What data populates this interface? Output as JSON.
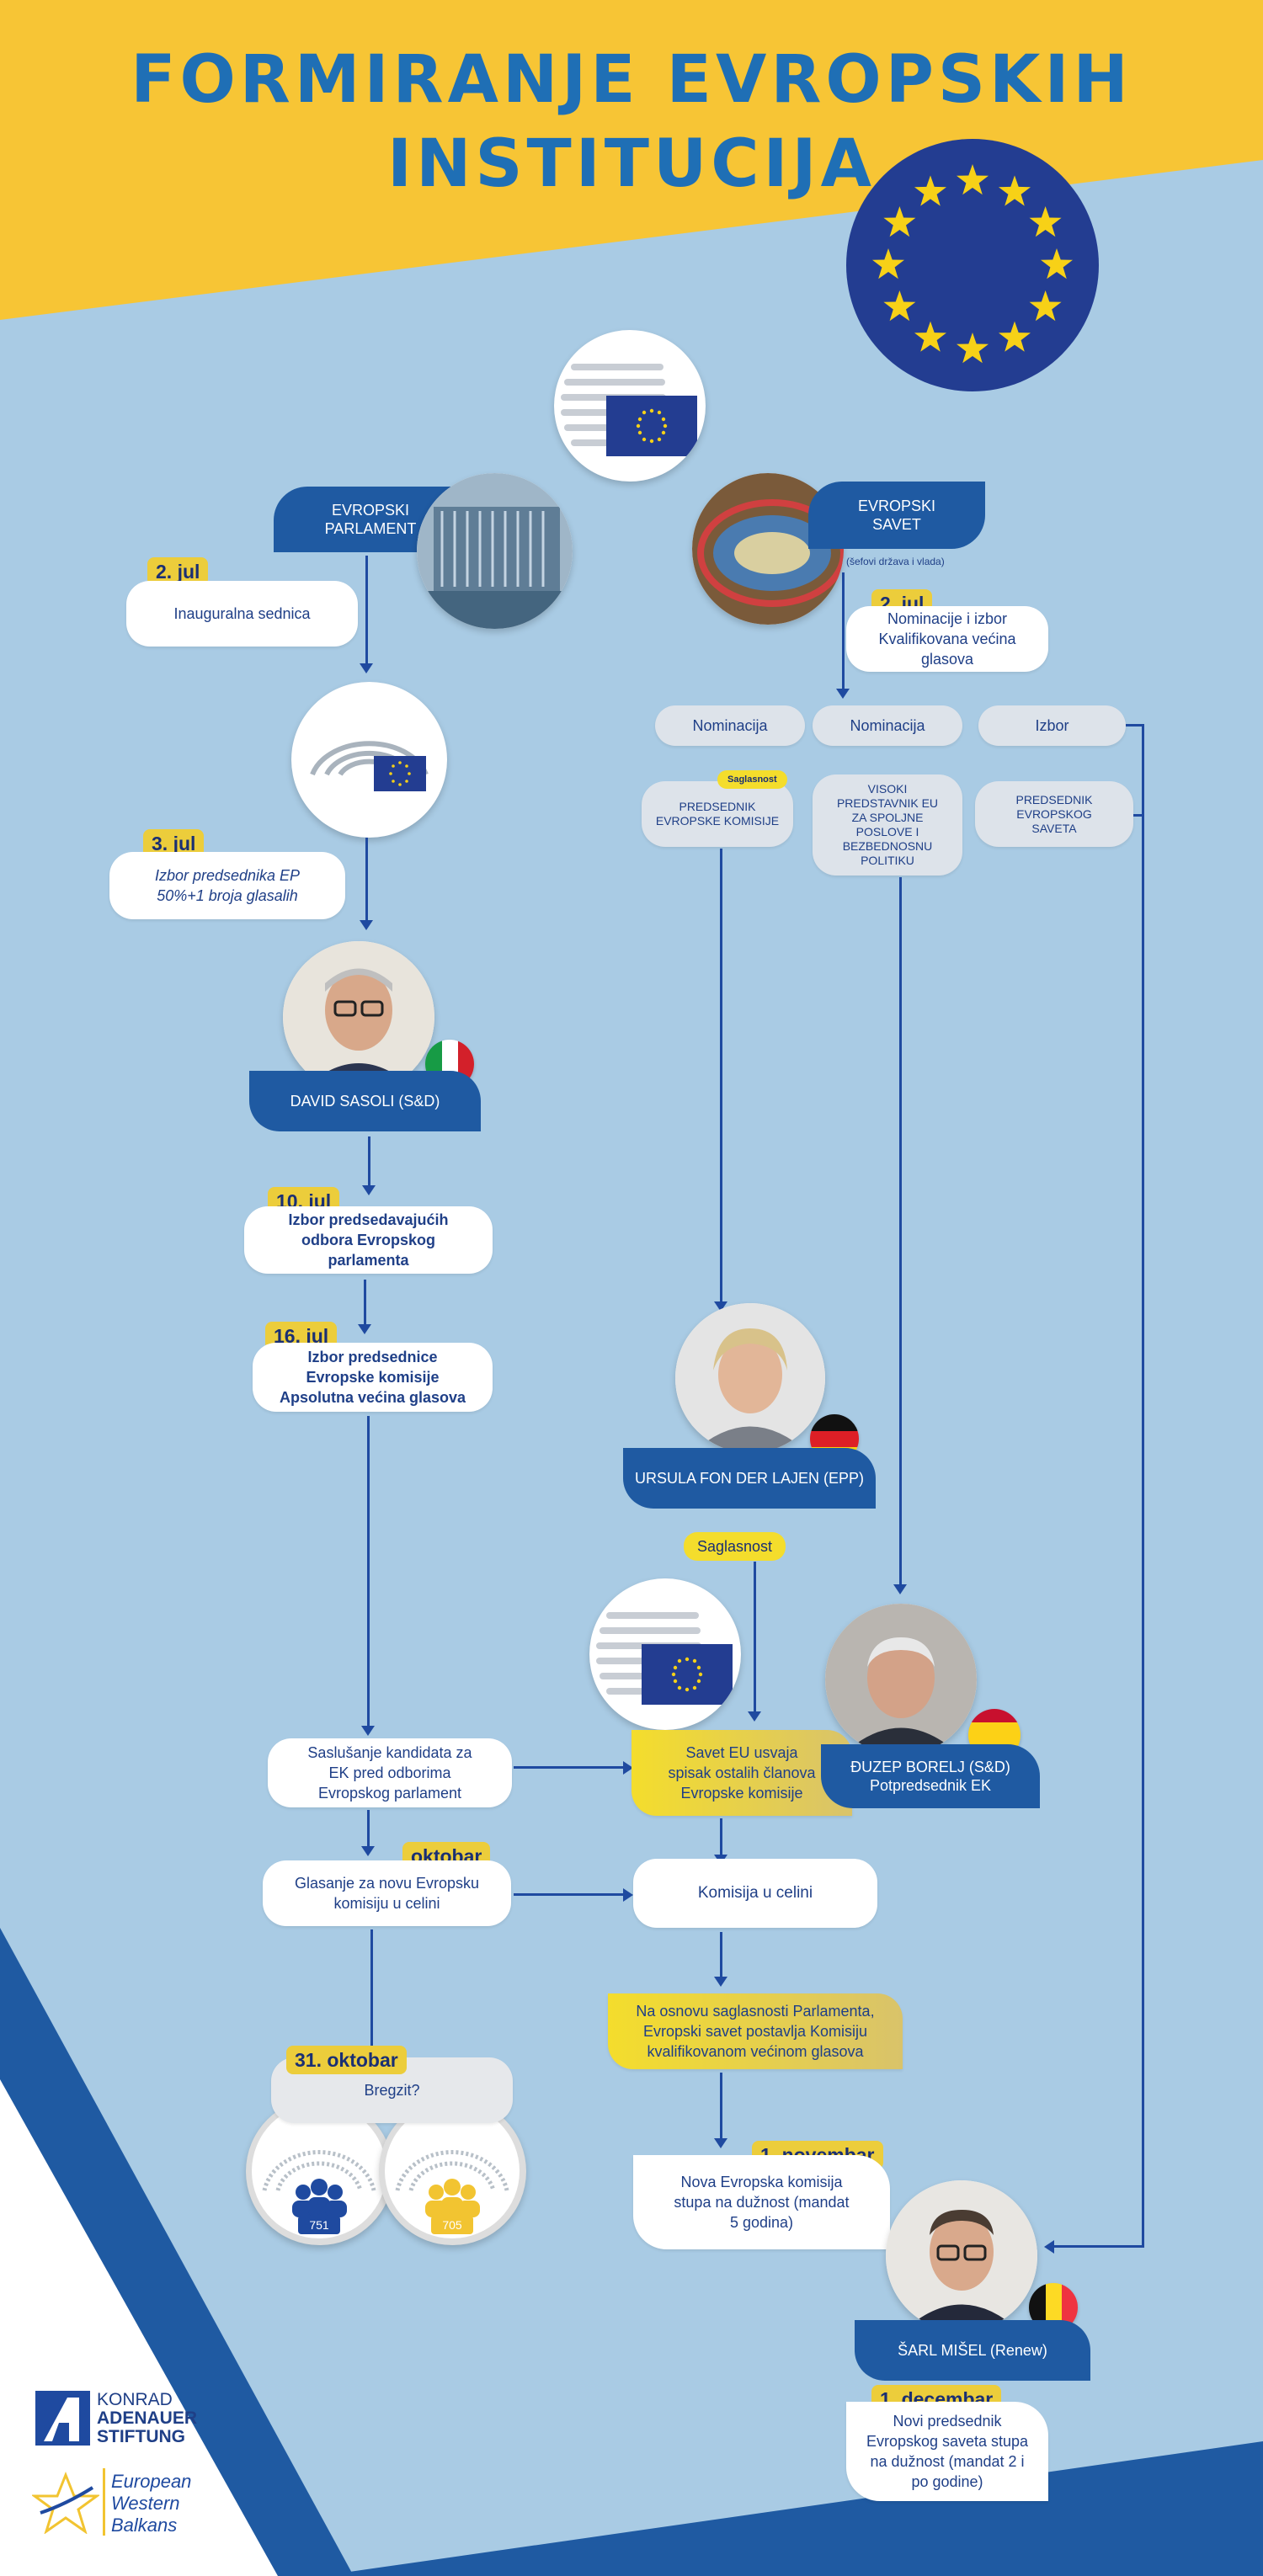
{
  "title": {
    "line1": "FORMIRANJE EVROPSKIH",
    "line2": "INSTITUCIJA"
  },
  "colors": {
    "yellow": "#f7c535",
    "blue": "#1f5aa2",
    "sky": "#a9cbe4",
    "navy": "#1a2f73",
    "eu_blue": "#2a3b8f"
  },
  "parliament": {
    "label": "EVROPSKI PARLAMENT",
    "date1": "2. jul",
    "event1": "Inauguralna sednica",
    "date2": "3. jul",
    "event2": "Izbor predsednika EP 50%+1 broja glasalih",
    "president": "DAVID SASOLI (S&D)",
    "date3": "10. jul",
    "event3": "Izbor predsedavajućih odbora Evropskog parlamenta",
    "date4": "16. jul",
    "event4": "Izbor predsednice Evropske komisije Apsolutna većina glasova",
    "hearing": "Saslušanje kandidata za EK pred odborima Evropskog parlament",
    "date5": "oktobar",
    "vote": "Glasanje za novu Evropsku komisiju u celini",
    "date6": "31. oktobar",
    "brexit": "Bregzit?",
    "seats_a": "751",
    "seats_b": "705"
  },
  "council": {
    "label": "EVROPSKI SAVET",
    "sub": "(šefovi država i vlada)",
    "date1": "2. jul",
    "event1": "Nominacije i izbor Kvalifikovana većina glasova",
    "nom1": "Nominacija",
    "nom2": "Nominacija",
    "izbor": "Izbor",
    "role1": "PREDSEDNIK EVROPSKE KOMISIJE",
    "saglasnost_small": "Saglasnost",
    "role2": "VISOKI PREDSTAVNIK EU ZA SPOLJNE POSLOVE I BEZBEDNOSNU POLITIKU",
    "role3": "PREDSEDNIK EVROPSKOG SAVETA",
    "ursula": "URSULA FON DER LAJEN (EPP)",
    "saglasnost": "Saglasnost",
    "borrell": "ĐUZEP BORELJ (S&D) Potpredsednik EK",
    "adopts": "Savet EU usvaja spisak ostalih članova Evropske komisije",
    "whole": "Komisija u celini",
    "appoint": "Na osnovu saglasnosti Parlamenta, Evropski savet postavlja Komisiju kvalifikovanom većinom glasova",
    "date_nov": "1. novembar",
    "newcom": "Nova Evropska komisija stupa na dužnost (mandat 5 godina)",
    "michel": "ŠARL MIŠEL (Renew)",
    "date_dec": "1. decembar",
    "newpres": "Novi predsednik Evropskog saveta stupa na dužnost (mandat 2 i po godine)"
  },
  "logos": {
    "kas1": "KONRAD",
    "kas2": "ADENAUER",
    "kas3": "STIFTUNG",
    "ewb1": "European",
    "ewb2": "Western",
    "ewb3": "Balkans"
  },
  "icons": [
    "eu-flag-icon",
    "parliament-building-icon",
    "hemicycle-icon",
    "italy-flag-icon",
    "germany-flag-icon",
    "spain-flag-icon",
    "belgium-flag-icon",
    "people-icon"
  ]
}
